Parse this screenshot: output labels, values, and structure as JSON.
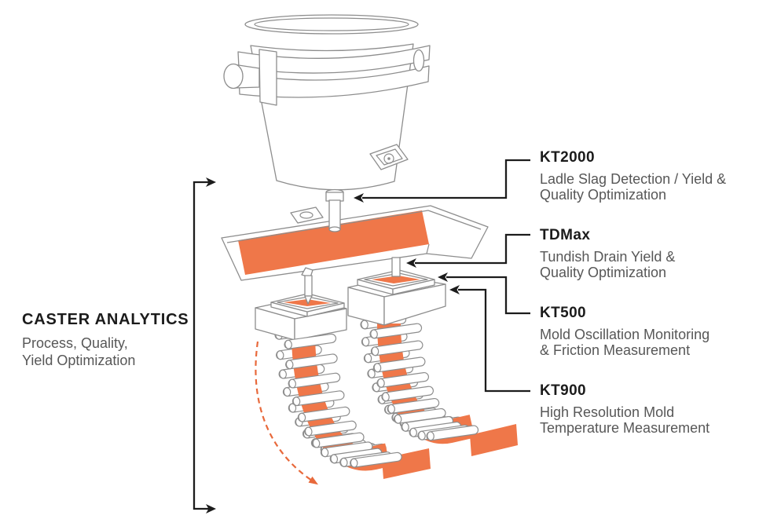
{
  "side_label": {
    "title": "CASTER ANALYTICS",
    "lines": [
      "Process, Quality,",
      "Yield Optimization"
    ]
  },
  "products": [
    {
      "id": "kt2000",
      "name": "KT2000",
      "desc": [
        "Ladle Slag Detection / Yield &",
        "Quality Optimization"
      ]
    },
    {
      "id": "tdmax",
      "name": "TDMax",
      "desc": [
        "Tundish Drain Yield &",
        "Quality Optimization"
      ]
    },
    {
      "id": "kt500",
      "name": "KT500",
      "desc": [
        "Mold Oscillation Monitoring",
        "& Friction Measurement"
      ]
    },
    {
      "id": "kt900",
      "name": "KT900",
      "desc": [
        "High Resolution Mold",
        "Temperature Measurement"
      ]
    }
  ],
  "colors": {
    "accent_orange": "#EF7749",
    "dashed_arrow_orange": "#E8693B",
    "leader_line_dark": "#1c1c1c",
    "machine_outline_gray": "#8d8d8d",
    "body_text_gray": "#575757",
    "title_text_dark": "#1b1b1b"
  }
}
